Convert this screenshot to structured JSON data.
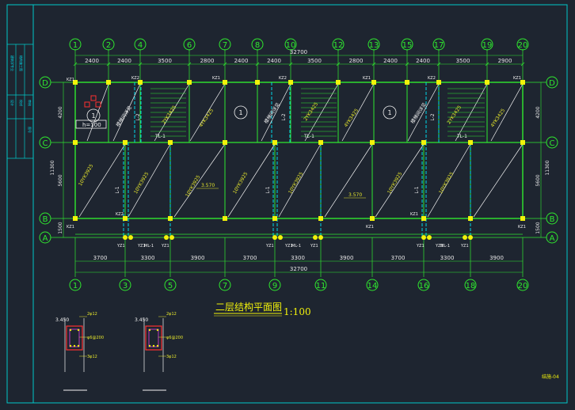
{
  "drawing": {
    "title": "二层结构平面图",
    "scale": "1:100",
    "sheet_no": "结施-04",
    "total_dim": "32700",
    "colors": {
      "background": "#1e2530",
      "frame": "#00c8c8",
      "axis": "#2fe82f",
      "beam_yellow": "#f2f20a",
      "label_yellow": "#e6e62c",
      "dim": "#e8e8e8",
      "cyan": "#00d8e8",
      "red": "#ff3030",
      "magenta": "#e040e0",
      "white": "#f0f0f0"
    }
  },
  "axes": {
    "top": [
      "1",
      "2",
      "4",
      "6",
      "7",
      "8",
      "10",
      "12",
      "13",
      "15",
      "17",
      "19",
      "20"
    ],
    "bottom": [
      "1",
      "3",
      "5",
      "7",
      "9",
      "11",
      "14",
      "16",
      "18",
      "20"
    ],
    "rows": [
      "D",
      "C",
      "B",
      "A"
    ]
  },
  "dims": {
    "top": [
      "2400",
      "2400",
      "3500",
      "2800",
      "2400",
      "2400",
      "3500",
      "2800",
      "2400",
      "2400",
      "3500",
      "2900"
    ],
    "bottom": [
      "3700",
      "3300",
      "3900",
      "3700",
      "3300",
      "3900",
      "3700",
      "3300",
      "3900"
    ],
    "left": [
      "4200",
      "5600",
      "1500"
    ],
    "left_total": "11300",
    "right": [
      "4200",
      "5600",
      "1500"
    ],
    "right_total": "11300"
  },
  "labels": {
    "slab_yellow": [
      "2YK3425",
      "4YK3425",
      "10YK3925",
      "10YK3925",
      "10YK3925",
      "2YK3425",
      "4YK3425",
      "10YK3925",
      "10YK3925",
      "2YK3425",
      "4YK3425",
      "10YK3925",
      "10YK3925"
    ],
    "slab_white": [
      "楼梯间详见",
      "楼梯间详见",
      "楼梯间详见"
    ],
    "beam_tl": [
      "TL-1",
      "TL-1",
      "TL-1"
    ],
    "beam_l": [
      "L-1",
      "L-1",
      "L-1",
      "L-2",
      "L-2",
      "L-2"
    ],
    "elevations": [
      "3.570",
      "3.570"
    ],
    "kz_labels": [
      "KZ1",
      "KZ2",
      "KZ1",
      "KZ2",
      "KZ1",
      "KZ2",
      "KZ1",
      "KZ1",
      "KZ1",
      "KZ2",
      "KZ1",
      "KZ1"
    ],
    "yz_labels": [
      "YZ1",
      "YZ1",
      "YZ1",
      "YZ1",
      "YZ1",
      "YZ1",
      "YZ1",
      "YZ1",
      "YZ1"
    ],
    "ml_labels": [
      "ML-1",
      "ML-1",
      "ML-1"
    ],
    "special_h": "h=100",
    "section_left": {
      "elev": "3.450",
      "top_bar": "2φ12",
      "stirrup": "φ6@200",
      "bot_bar": "3φ12"
    },
    "section_right": {
      "elev": "3.450",
      "top_bar": "2φ12",
      "stirrup": "φ6@200",
      "bot_bar": "3φ12"
    },
    "title_block": [
      "建筑学专业",
      "结构施工图",
      "设计",
      "校对",
      "审核",
      "图号"
    ]
  }
}
